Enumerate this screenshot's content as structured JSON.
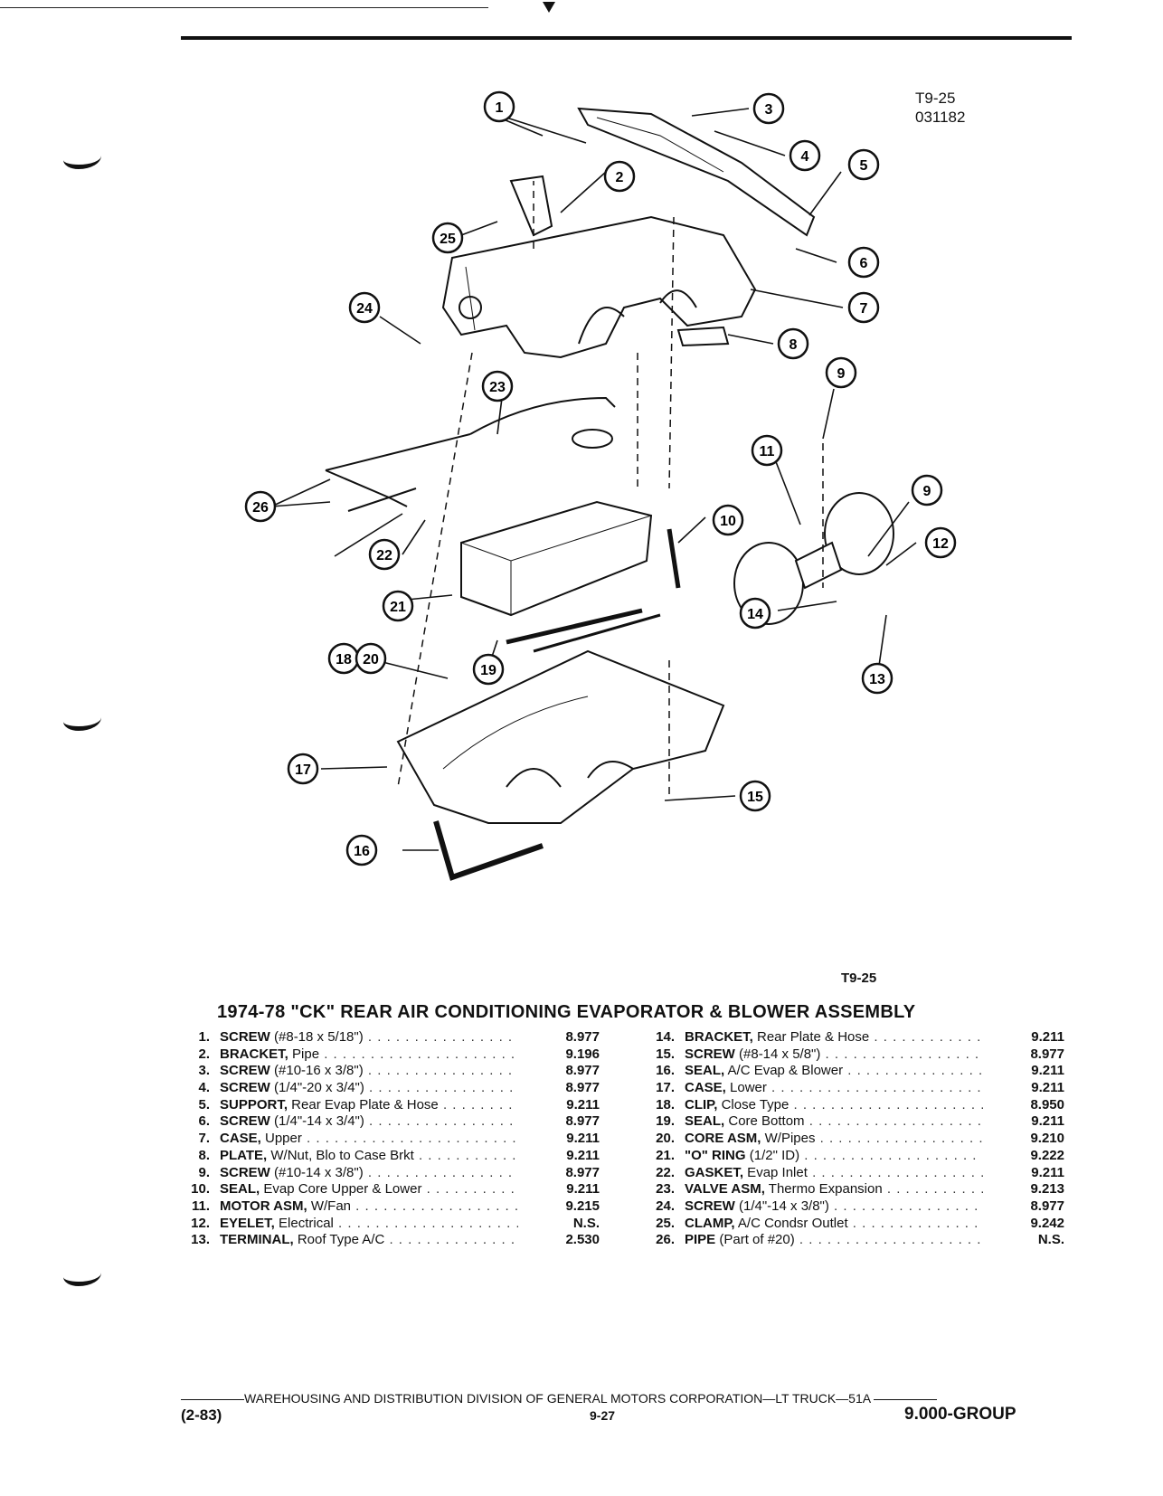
{
  "figure": {
    "code": "T9-25",
    "date_code": "031182",
    "caption_code": "T9-25"
  },
  "title": "1974-78 \"CK\" REAR AIR CONDITIONING EVAPORATOR & BLOWER ASSEMBLY",
  "callouts": [
    "1",
    "2",
    "3",
    "4",
    "5",
    "6",
    "7",
    "8",
    "9",
    "11",
    "9",
    "12",
    "10",
    "13",
    "14",
    "15",
    "16",
    "17",
    "18",
    "19",
    "20",
    "21",
    "22",
    "23",
    "24",
    "25",
    "26"
  ],
  "parts_left": [
    {
      "num": "1.",
      "name": "SCREW",
      "desc": " (#8-18 x 5/18\")",
      "code": "8.977"
    },
    {
      "num": "2.",
      "name": "BRACKET,",
      "desc": " Pipe",
      "code": "9.196"
    },
    {
      "num": "3.",
      "name": "SCREW",
      "desc": " (#10-16 x 3/8\")",
      "code": "8.977"
    },
    {
      "num": "4.",
      "name": "SCREW",
      "desc": " (1/4\"-20 x 3/4\")",
      "code": "8.977"
    },
    {
      "num": "5.",
      "name": "SUPPORT,",
      "desc": " Rear Evap Plate & Hose",
      "code": "9.211"
    },
    {
      "num": "6.",
      "name": "SCREW",
      "desc": " (1/4\"-14 x 3/4\")",
      "code": "8.977"
    },
    {
      "num": "7.",
      "name": "CASE,",
      "desc": " Upper",
      "code": "9.211"
    },
    {
      "num": "8.",
      "name": "PLATE,",
      "desc": " W/Nut, Blo to Case Brkt",
      "code": "9.211"
    },
    {
      "num": "9.",
      "name": "SCREW",
      "desc": " (#10-14 x 3/8\")",
      "code": "8.977"
    },
    {
      "num": "10.",
      "name": "SEAL,",
      "desc": " Evap Core Upper & Lower",
      "code": "9.211"
    },
    {
      "num": "11.",
      "name": "MOTOR ASM,",
      "desc": " W/Fan",
      "code": "9.215"
    },
    {
      "num": "12.",
      "name": "EYELET,",
      "desc": " Electrical",
      "code": "N.S."
    },
    {
      "num": "13.",
      "name": "TERMINAL,",
      "desc": " Roof Type A/C",
      "code": "2.530"
    }
  ],
  "parts_right": [
    {
      "num": "14.",
      "name": "BRACKET,",
      "desc": " Rear Plate & Hose",
      "code": "9.211"
    },
    {
      "num": "15.",
      "name": "SCREW",
      "desc": " (#8-14 x 5/8\")",
      "code": "8.977"
    },
    {
      "num": "16.",
      "name": "SEAL,",
      "desc": " A/C Evap & Blower",
      "code": "9.211"
    },
    {
      "num": "17.",
      "name": "CASE,",
      "desc": " Lower",
      "code": "9.211"
    },
    {
      "num": "18.",
      "name": "CLIP,",
      "desc": " Close Type",
      "code": "8.950"
    },
    {
      "num": "19.",
      "name": "SEAL,",
      "desc": " Core Bottom",
      "code": "9.211"
    },
    {
      "num": "20.",
      "name": "CORE ASM,",
      "desc": " W/Pipes",
      "code": "9.210"
    },
    {
      "num": "21.",
      "name": "\"O\" RING",
      "desc": " (1/2\" ID)",
      "code": "9.222"
    },
    {
      "num": "22.",
      "name": "GASKET,",
      "desc": " Evap Inlet",
      "code": "9.211"
    },
    {
      "num": "23.",
      "name": "VALVE ASM,",
      "desc": " Thermo Expansion",
      "code": "9.213"
    },
    {
      "num": "24.",
      "name": "SCREW",
      "desc": " (1/4\"-14 x 3/8\")",
      "code": "8.977"
    },
    {
      "num": "25.",
      "name": "CLAMP,",
      "desc": " A/C Condsr Outlet",
      "code": "9.242"
    },
    {
      "num": "26.",
      "name": "PIPE",
      "desc": " (Part of #20)",
      "code": "N.S."
    }
  ],
  "footer": {
    "division": "WAREHOUSING AND DISTRIBUTION  DIVISION OF GENERAL MOTORS CORPORATION—LT TRUCK—51A",
    "revision": "(2-83)",
    "page": "9-27",
    "group": "9.000-GROUP"
  }
}
